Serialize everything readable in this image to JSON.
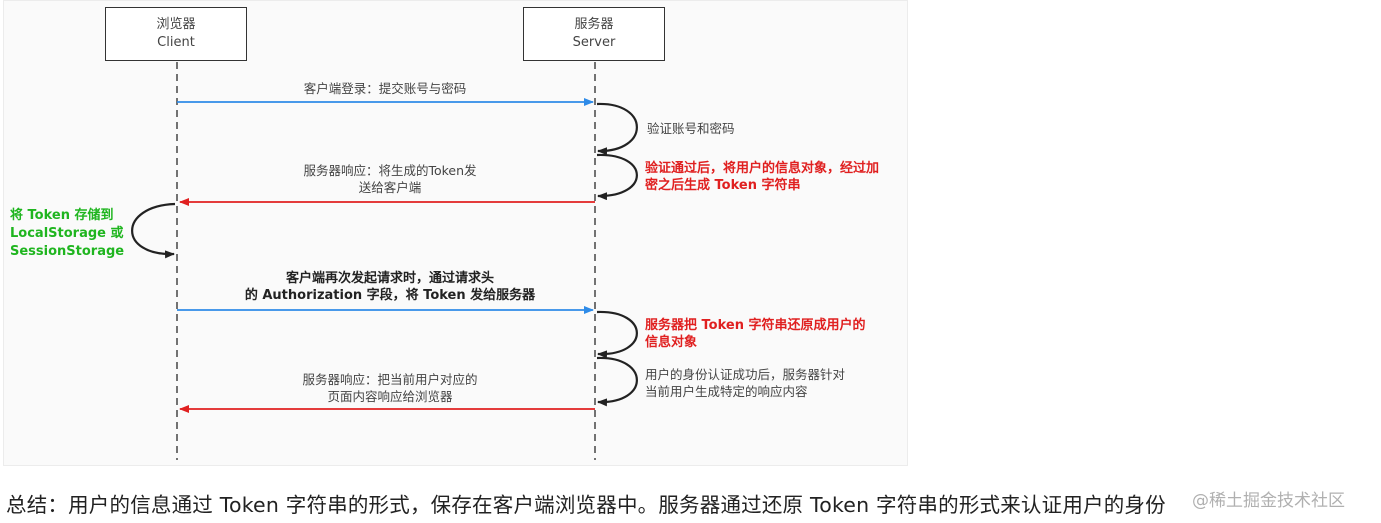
{
  "actors": {
    "client": {
      "line1": "浏览器",
      "line2": "Client"
    },
    "server": {
      "line1": "服务器",
      "line2": "Server"
    }
  },
  "messages": {
    "login": "客户端登录：提交账号与密码",
    "verify": "验证账号和密码",
    "verify_ok_line1": "验证通过后，将用户的信息对象，经过加",
    "verify_ok_line2": "密之后生成 Token 字符串",
    "response_token_line1": "服务器响应：将生成的Token发",
    "response_token_line2": "送给客户端",
    "store_line1": "将 Token 存储到",
    "store_line2": "LocalStorage 或",
    "store_line3": "SessionStorage",
    "request_line1": "客户端再次发起请求时，通过请求头",
    "request_line2": "的 Authorization 字段，将 Token 发给服务器",
    "restore_line1": "服务器把 Token 字符串还原成用户的",
    "restore_line2": "信息对象",
    "auth_line1": "用户的身份认证成功后，服务器针对",
    "auth_line2": "当前用户生成特定的响应内容",
    "response_page_line1": "服务器响应：把当前用户对应的",
    "response_page_line2": "页面内容响应给浏览器"
  },
  "summary": "总结：用户的信息通过 Token 字符串的形式，保存在客户端浏览器中。服务器通过还原 Token 字符串的形式来认证用户的身份",
  "watermark": "@稀土掘金技术社区",
  "colors": {
    "blue": "#2e8be8",
    "red": "#e02020",
    "green": "#1fb51f",
    "lifeline": "#444444"
  }
}
